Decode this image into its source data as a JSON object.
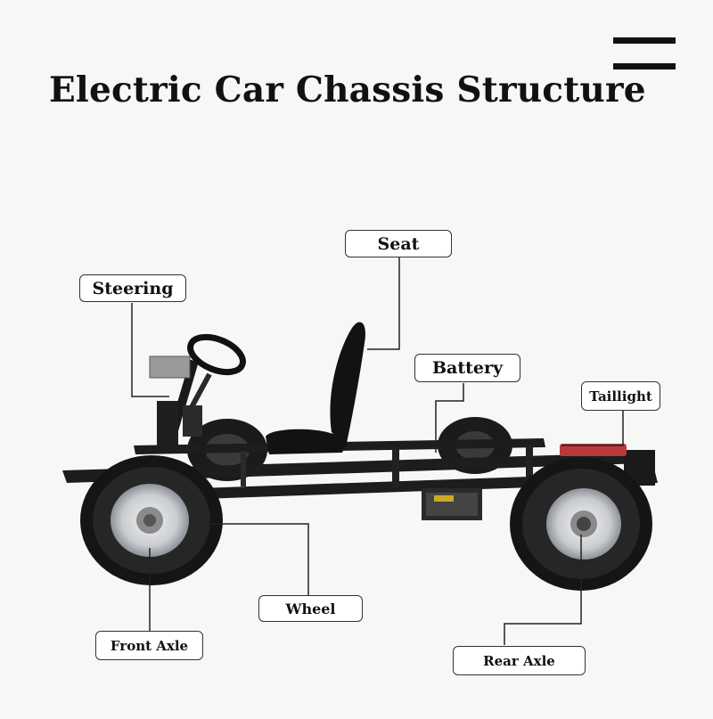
{
  "title": "Electric Car Chassis Structure",
  "labels": {
    "seat": "Seat",
    "steering": "Steering",
    "battery": "Battery",
    "taillight": "Taillight",
    "wheel": "Wheel",
    "front_axle": "Front Axle",
    "rear_axle": "Rear Axle"
  },
  "icons": {
    "menu": "menu-icon"
  }
}
